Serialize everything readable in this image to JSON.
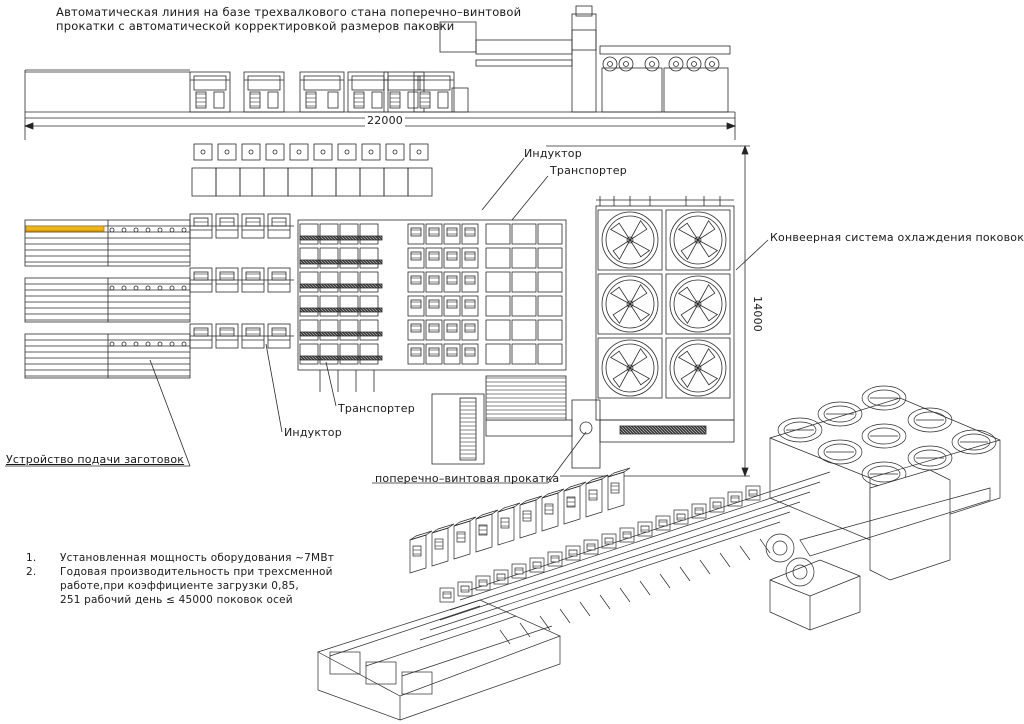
{
  "title": {
    "line1": "Автоматическая линия на базе трехвалкового стана поперечно–винтовой",
    "line2": "прокатки с автоматической корректировкой размеров паковки"
  },
  "dimensions": {
    "length": "22000",
    "width": "14000"
  },
  "labels": {
    "inductor_top": "Индуктор",
    "transporter_top": "Транспортер",
    "cooling_conveyor": "Конвеерная система охлаждения поковок",
    "transporter_bottom": "Транспортер",
    "inductor_bottom": "Индуктор",
    "feed_device": "Устройство подачи заготовок",
    "cross_rolling": "поперечно–винтовая прокатка"
  },
  "notes": [
    {
      "num": "1.",
      "lines": [
        "Установленная мощность оборудования ~7МВт"
      ]
    },
    {
      "num": "2.",
      "lines": [
        "Годовая производительность при трехсменной",
        "работе,при коэффициенте загрузки 0,85,",
        "251 рабочий день ≤ 45000 поковок осей"
      ]
    }
  ],
  "colors": {
    "line": "#2a2a2a",
    "highlight_bar": "#f2b21c"
  }
}
